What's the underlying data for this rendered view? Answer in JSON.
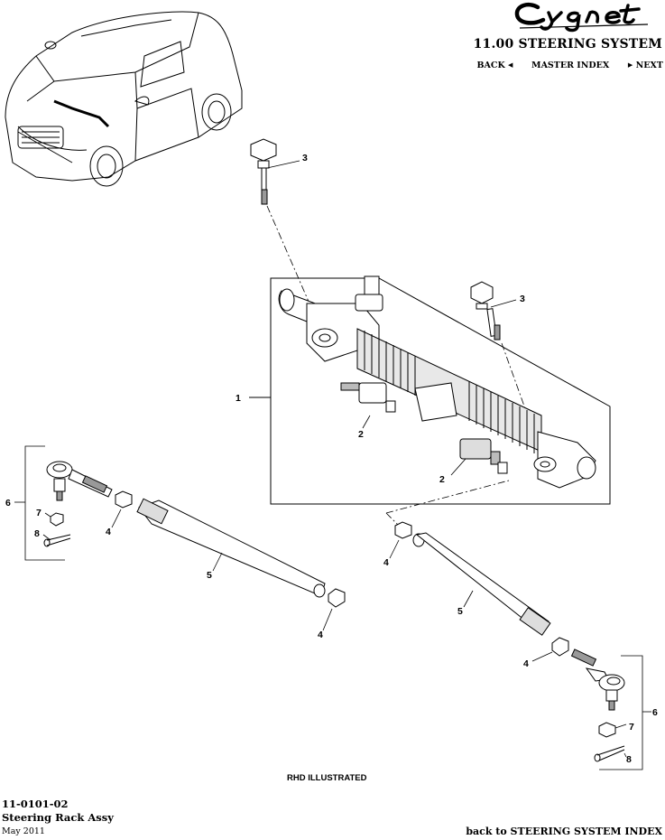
{
  "header": {
    "brand": "Cygnet",
    "section_title": "11.00 STEERING SYSTEM",
    "nav": {
      "back": "BACK",
      "master_index": "MASTER INDEX",
      "next": "NEXT"
    }
  },
  "callouts": {
    "bolt_top": "3",
    "bolt_right": "3",
    "rack_assembly": "1",
    "pinion_upper": "2",
    "pinion_lower": "2",
    "tie_rod_end_left": "6",
    "nut_left": "7",
    "split_pin_left": "8",
    "lock_nut_left_inner": "4",
    "track_rod_left": "5",
    "lock_nut_left_outer": "4",
    "lock_nut_right_inner": "4",
    "track_rod_right": "5",
    "lock_nut_right_outer": "4",
    "tie_rod_end_right": "6",
    "nut_right": "7",
    "split_pin_right": "8"
  },
  "caption": "RHD ILLUSTRATED",
  "footer": {
    "ref": "11-0101-02",
    "name": "Steering Rack Assy",
    "date": "May 2011",
    "link": "back to STEERING SYSTEM INDEX"
  }
}
